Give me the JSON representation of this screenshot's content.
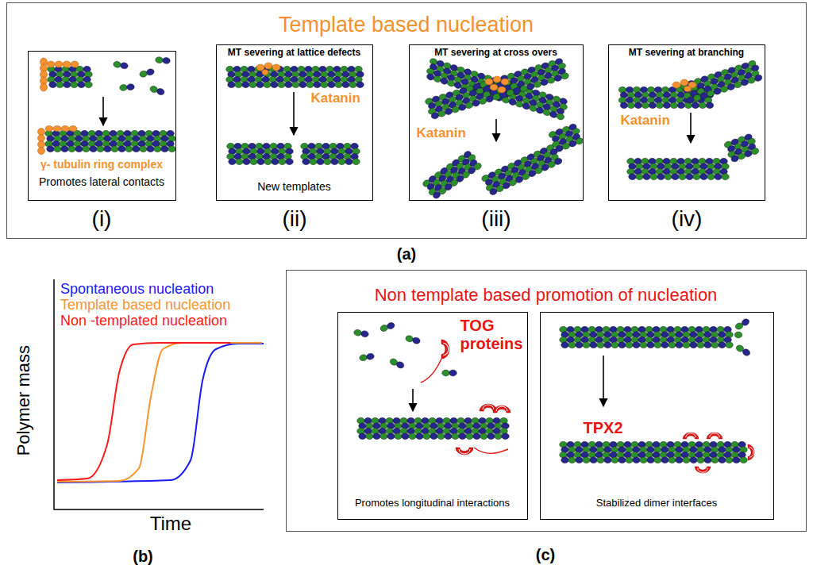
{
  "diagram": {
    "nodes": [
      {
        "text": [
          "Template based nucleation"
        ]
      },
      {
        "text": [
          "γ- tubulin ring complex",
          "Promotes lateral contacts"
        ],
        "in": 0
      },
      {
        "text": [
          "MT severing at lattice defects",
          "Katanin",
          "New templates"
        ],
        "in": 0
      },
      {
        "text": [
          "MT severing at cross overs",
          "Katanin"
        ],
        "in": 0
      },
      {
        "text": [
          "MT severing at branching",
          "Katanin"
        ],
        "in": 0
      },
      {
        "text": [
          "Non template based promotion of nucleation"
        ]
      },
      {
        "text": [
          "TOG proteins",
          "Promotes longitudinal interactions"
        ],
        "in": 5
      },
      {
        "text": [
          "TPX2",
          "Stabilized dimer interfaces"
        ],
        "in": 5
      }
    ],
    "labels": [
      "(i)",
      "(ii)",
      "(iii)",
      "(iv)",
      "(a)",
      "Polymer mass",
      "Time",
      "(b)",
      "(c)"
    ],
    "legend": [
      {
        "text": "Spontaneous nucleation",
        "color": "#1a1aff"
      },
      {
        "text": "Template based nucleation",
        "color": "#f7962e"
      },
      {
        "text": "Non -templated nucleation",
        "color": "#ff1a1a"
      }
    ]
  }
}
